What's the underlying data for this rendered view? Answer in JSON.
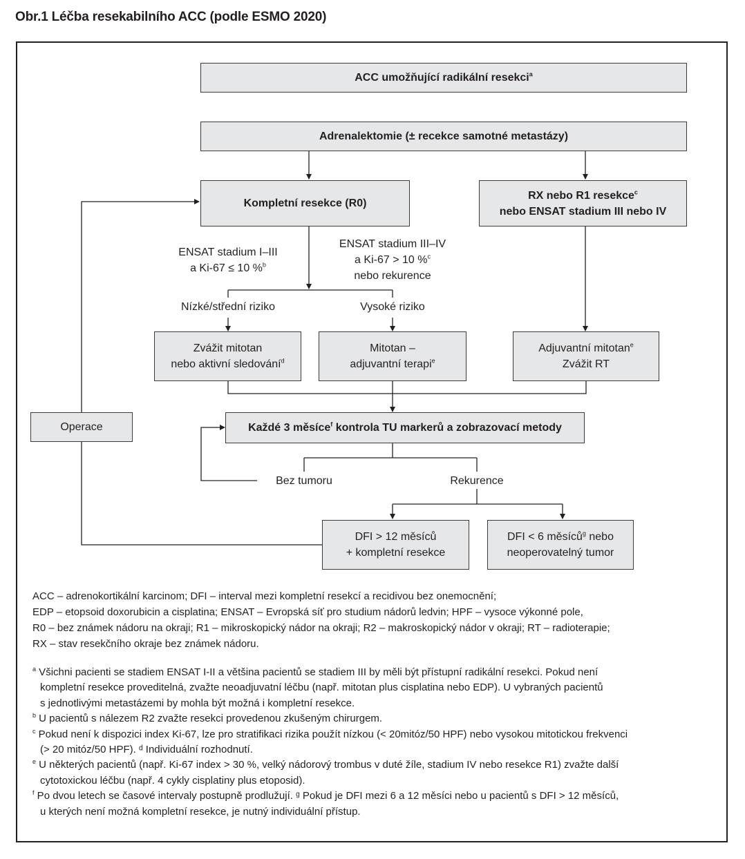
{
  "title": "Obr.1 Léčba resekabilního ACC (podle ESMO 2020)",
  "boxes": {
    "acc": {
      "text": "ACC umožňující radikální resekci",
      "sup": "a"
    },
    "adrenalektomie": {
      "text": "Adrenalektomie (± recekce samotné metastázy)"
    },
    "kompletni": {
      "text": "Kompletní resekce (R0)"
    },
    "rx": {
      "line1": "RX nebo R1 resekce",
      "line1_sup": "c",
      "line2": "nebo ENSAT stadium III nebo IV"
    },
    "zvazit": {
      "line1": "Zvážit mitotan",
      "line2": "nebo aktivní sledování",
      "line2_sup": "d"
    },
    "mitotan": {
      "line1": "Mitotan –",
      "line2": "adjuvantní terapi",
      "line2_sup": "e"
    },
    "adjuvantni": {
      "line1": "Adjuvantní mitotan",
      "line1_sup": "e",
      "line2": "Zvážit RT"
    },
    "kazde": {
      "text_a": "Každé 3 měsíce",
      "sup": "f",
      "text_b": " kontrola TU markerů a zobrazovací metody"
    },
    "operace": {
      "text": "Operace"
    },
    "dfi12": {
      "line1": "DFI > 12 měsíců",
      "line2": "+ kompletní resekce"
    },
    "dfi6": {
      "line1": "DFI < 6 měsíců",
      "line1_sup": "g",
      "line1_b": " nebo",
      "line2": "neoperovatelný tumor"
    }
  },
  "labels": {
    "ensat_low": {
      "line1": "ENSAT stadium I–III",
      "line2": "a Ki-67 ≤ 10 %",
      "line2_sup": "b"
    },
    "ensat_high": {
      "line1": "ENSAT stadium III–IV",
      "line2": "a Ki-67 > 10 %",
      "line2_sup": "c",
      "line3": "nebo rekurence"
    },
    "low_risk": "Nízké/střední riziko",
    "high_risk": "Vysoké riziko",
    "no_tumor": "Bez tumoru",
    "recurrence": "Rekurence"
  },
  "legend": [
    "ACC – adrenokortikální karcinom; DFI – interval mezi kompletní resekcí a recidivou bez onemocnění;",
    "EDP – etopsoid doxorubicin a cisplatina; ENSAT – Evropská síť pro studium nádorů ledvin; HPF – vysoce výkonné pole,",
    "R0 – bez známek nádoru na okraji; R1 – mikroskopický nádor na okraji; R2 – makroskopický nádor v okraji; RT – radioterapie;",
    "RX – stav resekčního okraje bez známek nádoru."
  ],
  "footnotes": [
    {
      "mark": "a",
      "text": " Všichni pacienti se stadiem ENSAT I-II a většina pacientů se stadiem III by měli být přístupní radikální resekci. Pokud není",
      "cont": false
    },
    {
      "mark": "",
      "text": "kompletní resekce proveditelná, zvažte neoadjuvatní léčbu (např. mitotan plus cisplatina nebo EDP). U vybraných pacientů",
      "cont": true
    },
    {
      "mark": "",
      "text": "s jednotlivými metastázemi by mohla být možná i kompletní resekce.",
      "cont": true
    },
    {
      "mark": "b",
      "text": " U pacientů s nálezem R2 zvažte resekci provedenou zkušeným chirurgem.",
      "cont": false
    },
    {
      "mark": "c",
      "text": " Pokud není k dispozici index Ki-67, lze pro stratifikaci rizika použít nízkou (< 20mitóz/50 HPF) nebo vysokou mitotickou frekvenci",
      "cont": false
    },
    {
      "mark": "",
      "text": "(> 20 mitóz/50 HPF). ᵈ Individuální rozhodnutí.",
      "cont": true
    },
    {
      "mark": "e",
      "text": " U některých pacientů (např. Ki-67 index > 30 %, velký nádorový trombus v duté žíle, stadium IV nebo resekce R1) zvažte další",
      "cont": false
    },
    {
      "mark": "",
      "text": "cytotoxickou léčbu (např. 4 cykly cisplatiny plus etoposid).",
      "cont": true
    },
    {
      "mark": "f",
      "text": " Po dvou letech se časové intervaly postupně prodlužují. ᵍ Pokud je DFI mezi 6 a 12 měsíci nebo u pacientů s DFI > 12 měsíců,",
      "cont": false
    },
    {
      "mark": "",
      "text": "u kterých není možná kompletní resekce, je nutný individuální přístup.",
      "cont": true
    }
  ]
}
